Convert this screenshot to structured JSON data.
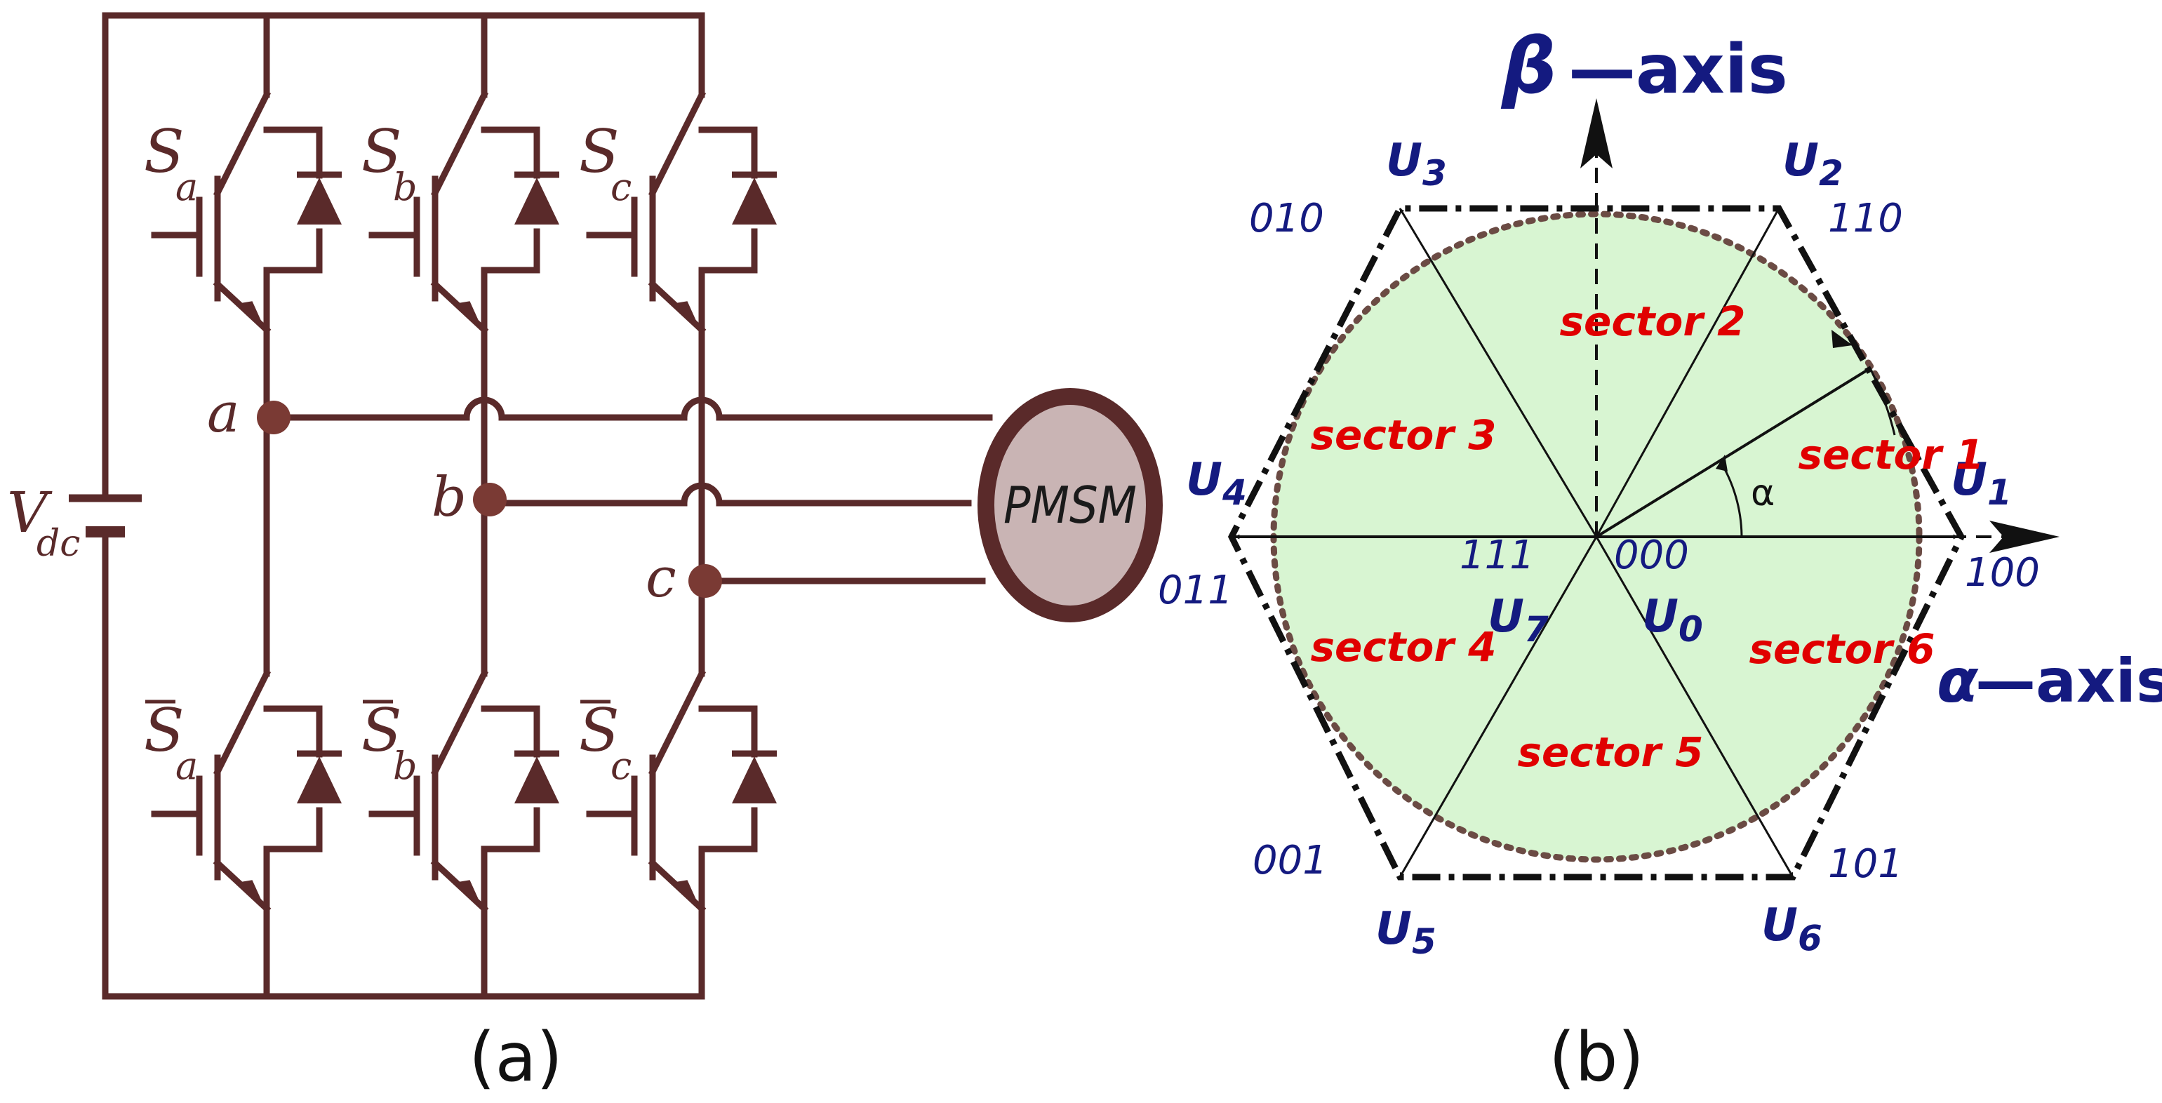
{
  "panel_a": {
    "caption": "(a)",
    "source_label": "V",
    "source_sub": "dc",
    "switches_top": [
      {
        "label": "S",
        "sub": "a"
      },
      {
        "label": "S",
        "sub": "b"
      },
      {
        "label": "S",
        "sub": "c"
      }
    ],
    "switches_bottom": [
      {
        "label": "S",
        "sub": "a"
      },
      {
        "label": "S",
        "sub": "b"
      },
      {
        "label": "S",
        "sub": "c"
      }
    ],
    "nodes": [
      "a",
      "b",
      "c"
    ],
    "motor_label": "PMSM",
    "colors": {
      "wire": "#5a2a2a",
      "node": "#7a3a34",
      "motor_fill": "#c9b4b4"
    }
  },
  "panel_b": {
    "caption": "(b)",
    "beta_axis": {
      "symbol": "β",
      "text": "—axis"
    },
    "alpha_axis": {
      "symbol": "α",
      "text": "—axis"
    },
    "angle_label": "α",
    "vectors": [
      {
        "name": "U",
        "sub": "1",
        "code": "100"
      },
      {
        "name": "U",
        "sub": "2",
        "code": "110"
      },
      {
        "name": "U",
        "sub": "3",
        "code": "010"
      },
      {
        "name": "U",
        "sub": "4",
        "code": "011"
      },
      {
        "name": "U",
        "sub": "5",
        "code": "001"
      },
      {
        "name": "U",
        "sub": "6",
        "code": "101"
      }
    ],
    "zero_vectors": [
      {
        "name": "U",
        "sub": "7",
        "code": "111"
      },
      {
        "name": "U",
        "sub": "0",
        "code": "000"
      }
    ],
    "sectors": [
      "sector 1",
      "sector 2",
      "sector 3",
      "sector 4",
      "sector 5",
      "sector 6"
    ],
    "colors": {
      "circle_fill": "#d8f5d2",
      "sector_text": "#e00000",
      "vector_text": "#141a80"
    }
  }
}
